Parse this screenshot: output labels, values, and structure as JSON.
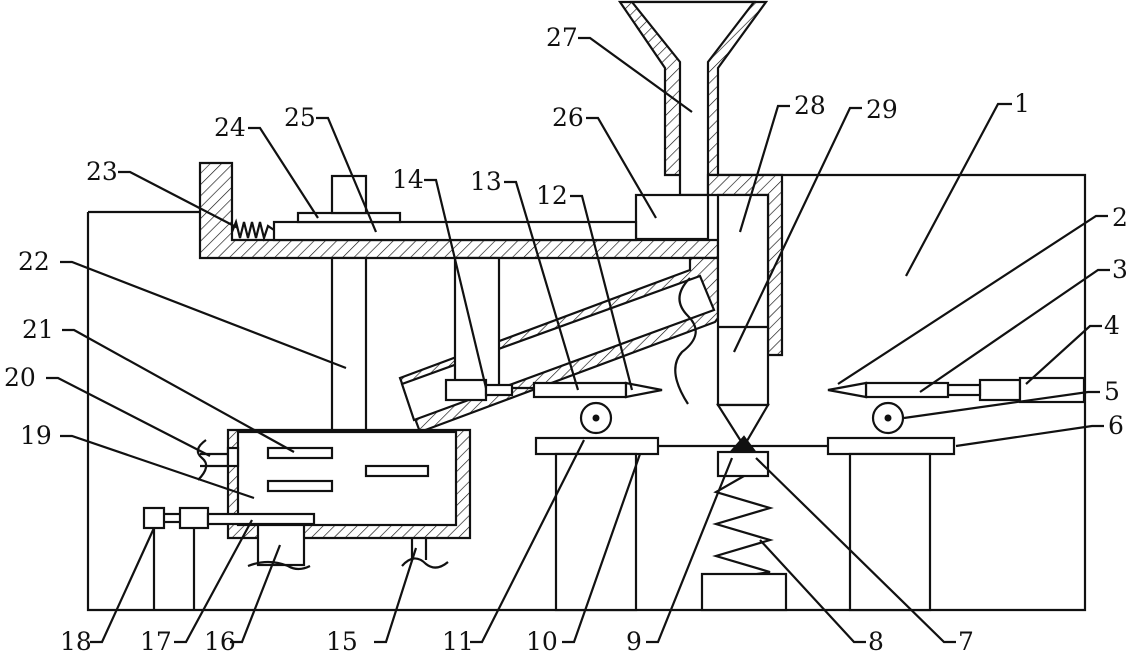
{
  "diagram": {
    "labels": [
      {
        "id": "1",
        "text": "1"
      },
      {
        "id": "2",
        "text": "2"
      },
      {
        "id": "3",
        "text": "3"
      },
      {
        "id": "4",
        "text": "4"
      },
      {
        "id": "5",
        "text": "5"
      },
      {
        "id": "6",
        "text": "6"
      },
      {
        "id": "7",
        "text": "7"
      },
      {
        "id": "8",
        "text": "8"
      },
      {
        "id": "9",
        "text": "9"
      },
      {
        "id": "10",
        "text": "10"
      },
      {
        "id": "11",
        "text": "11"
      },
      {
        "id": "12",
        "text": "12"
      },
      {
        "id": "13",
        "text": "13"
      },
      {
        "id": "14",
        "text": "14"
      },
      {
        "id": "15",
        "text": "15"
      },
      {
        "id": "16",
        "text": "16"
      },
      {
        "id": "17",
        "text": "17"
      },
      {
        "id": "18",
        "text": "18"
      },
      {
        "id": "19",
        "text": "19"
      },
      {
        "id": "20",
        "text": "20"
      },
      {
        "id": "21",
        "text": "21"
      },
      {
        "id": "22",
        "text": "22"
      },
      {
        "id": "23",
        "text": "23"
      },
      {
        "id": "24",
        "text": "24"
      },
      {
        "id": "25",
        "text": "25"
      },
      {
        "id": "26",
        "text": "26"
      },
      {
        "id": "27",
        "text": "27"
      },
      {
        "id": "28",
        "text": "28"
      },
      {
        "id": "29",
        "text": "29"
      }
    ],
    "line_color": "#111111",
    "background": "#ffffff"
  }
}
